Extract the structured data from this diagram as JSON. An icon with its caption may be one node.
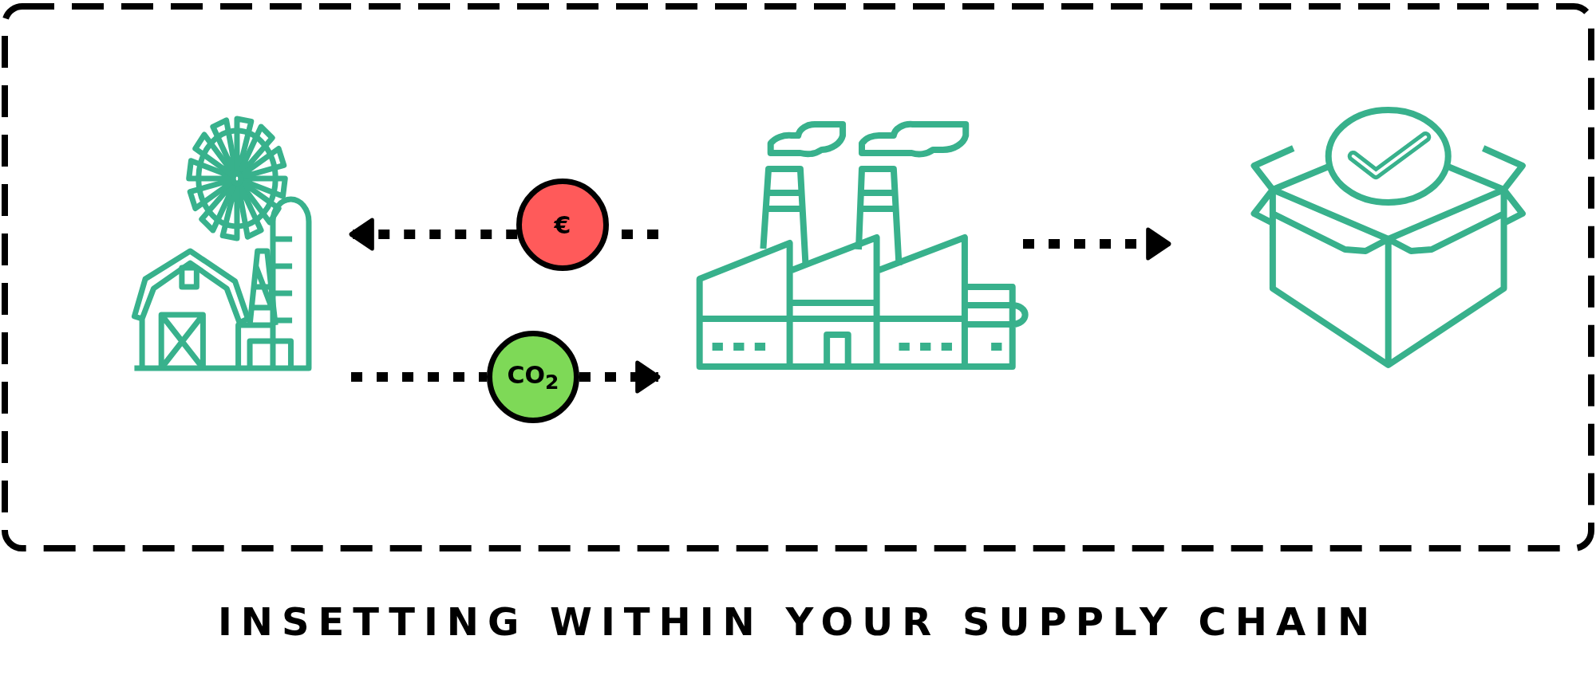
{
  "diagram": {
    "title": "INSETTING WITHIN YOUR SUPPLY CHAIN",
    "nodes": [
      {
        "text": [],
        "shape": "picture"
      },
      {
        "text": [
          "€"
        ]
      },
      {
        "text": [
          "CO$_{2}$"
        ]
      },
      {
        "text": [],
        "shape": "picture"
      },
      {
        "text": [],
        "shape": "picture"
      }
    ],
    "edges": [
      {
        "from": 3,
        "to": 1,
        "arrow": "none",
        "style": "dashed"
      },
      {
        "from": 1,
        "to": 0,
        "arrow": "to",
        "style": "dashed"
      },
      {
        "from": 0,
        "to": 2,
        "arrow": "none",
        "style": "dashed"
      },
      {
        "from": 2,
        "to": 3,
        "arrow": "to",
        "style": "dashed"
      },
      {
        "from": 3,
        "to": 4,
        "arrow": "to",
        "style": "dashed"
      }
    ]
  }
}
